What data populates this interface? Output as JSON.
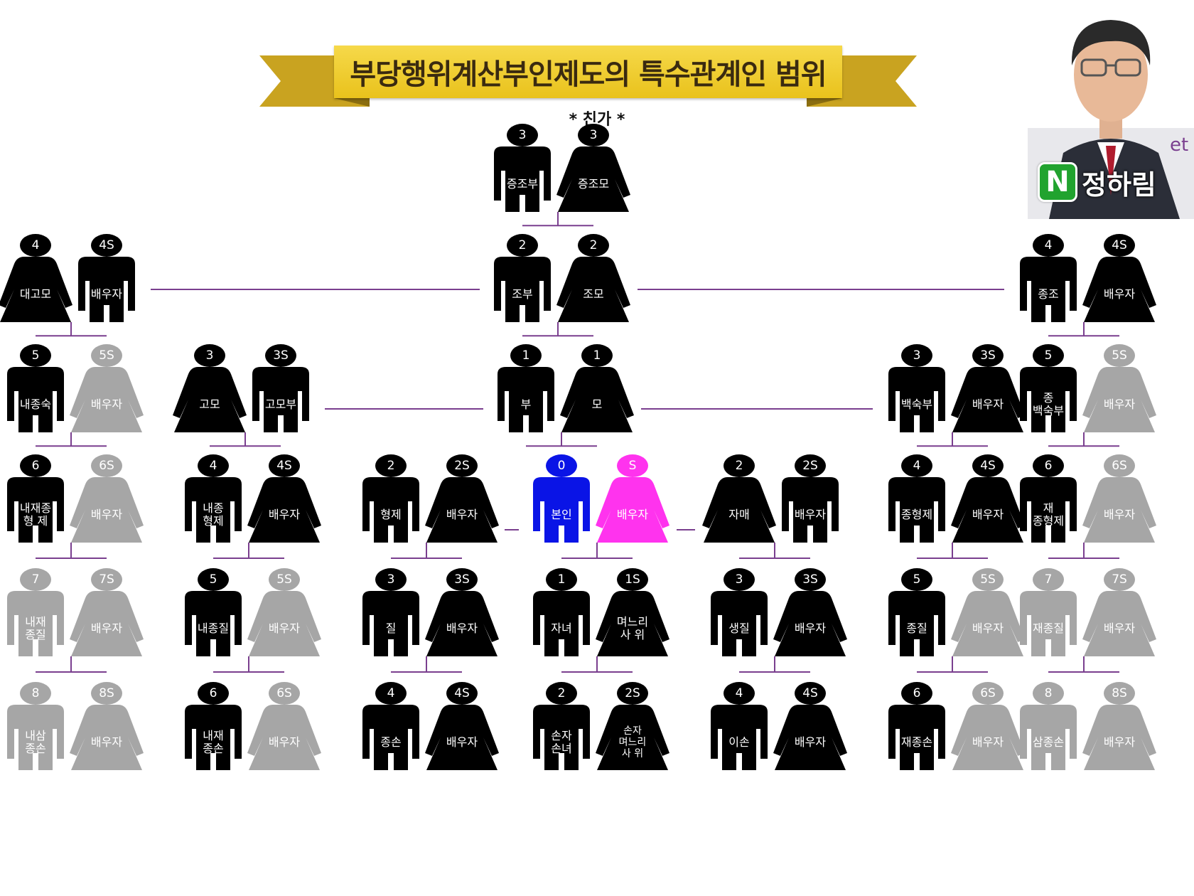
{
  "title": "부당행위계산부인제도의 특수관계인 범위",
  "subtitle": "* 친가 *",
  "brand": {
    "logo_letter": "N",
    "name": "정하림",
    "partial_text": "et"
  },
  "colors": {
    "black": "#000000",
    "gray": "#a6a6a6",
    "self": "#0a14e6",
    "spouse": "#ff33ee",
    "line": "#7a3f8f",
    "banner": "#f0cc2a",
    "ribbon": "#c9a320"
  },
  "couples": [
    {
      "id": "greatgrand",
      "left": {
        "g": "m",
        "badge": "3",
        "label": [
          "증조부"
        ]
      },
      "right": {
        "g": "f",
        "badge": "3",
        "label": [
          "증조모"
        ]
      }
    },
    {
      "id": "daegomo",
      "left": {
        "g": "f",
        "badge": "4",
        "label": [
          "대고모"
        ]
      },
      "right": {
        "g": "m",
        "badge": "4S",
        "label": [
          "배우자"
        ]
      }
    },
    {
      "id": "grand",
      "left": {
        "g": "m",
        "badge": "2",
        "label": [
          "조부"
        ]
      },
      "right": {
        "g": "f",
        "badge": "2",
        "label": [
          "조모"
        ]
      }
    },
    {
      "id": "jongjo",
      "left": {
        "g": "m",
        "badge": "4",
        "label": [
          "종조"
        ]
      },
      "right": {
        "g": "f",
        "badge": "4S",
        "label": [
          "배우자"
        ]
      }
    },
    {
      "id": "naejongsuk",
      "left": {
        "g": "m",
        "badge": "5",
        "label": [
          "내종숙"
        ]
      },
      "right": {
        "g": "f",
        "badge": "5S",
        "label": [
          "배우자"
        ],
        "gray": true
      }
    },
    {
      "id": "gomo",
      "left": {
        "g": "f",
        "badge": "3",
        "label": [
          "고모"
        ]
      },
      "right": {
        "g": "m",
        "badge": "3S",
        "label": [
          "고모부"
        ]
      }
    },
    {
      "id": "parents",
      "left": {
        "g": "m",
        "badge": "1",
        "label": [
          "부"
        ]
      },
      "right": {
        "g": "f",
        "badge": "1",
        "label": [
          "모"
        ]
      }
    },
    {
      "id": "baeksukbu",
      "left": {
        "g": "m",
        "badge": "3",
        "label": [
          "백숙부"
        ]
      },
      "right": {
        "g": "f",
        "badge": "3S",
        "label": [
          "배우자"
        ]
      }
    },
    {
      "id": "jongbaeksukbu",
      "left": {
        "g": "m",
        "badge": "5",
        "label": [
          "종",
          "백숙부"
        ]
      },
      "right": {
        "g": "f",
        "badge": "5S",
        "label": [
          "배우자"
        ],
        "gray": true
      }
    },
    {
      "id": "naejaejong",
      "left": {
        "g": "m",
        "badge": "6",
        "label": [
          "내재종",
          "형 제"
        ]
      },
      "right": {
        "g": "f",
        "badge": "6S",
        "label": [
          "배우자"
        ],
        "gray": true
      }
    },
    {
      "id": "naejonghyeongje",
      "left": {
        "g": "m",
        "badge": "4",
        "label": [
          "내종",
          "형제"
        ]
      },
      "right": {
        "g": "f",
        "badge": "4S",
        "label": [
          "배우자"
        ]
      }
    },
    {
      "id": "hyeongje",
      "left": {
        "g": "m",
        "badge": "2",
        "label": [
          "형제"
        ]
      },
      "right": {
        "g": "f",
        "badge": "2S",
        "label": [
          "배우자"
        ]
      }
    },
    {
      "id": "self",
      "left": {
        "g": "m",
        "badge": "0",
        "label": [
          "본인"
        ],
        "color": "self"
      },
      "right": {
        "g": "f",
        "badge": "S",
        "label": [
          "배우자"
        ],
        "color": "spouse"
      }
    },
    {
      "id": "jamae",
      "left": {
        "g": "f",
        "badge": "2",
        "label": [
          "자매"
        ]
      },
      "right": {
        "g": "m",
        "badge": "2S",
        "label": [
          "배우자"
        ]
      }
    },
    {
      "id": "jonghyeongje",
      "left": {
        "g": "m",
        "badge": "4",
        "label": [
          "종형제"
        ]
      },
      "right": {
        "g": "f",
        "badge": "4S",
        "label": [
          "배우자"
        ]
      }
    },
    {
      "id": "jaejonghyeongje",
      "left": {
        "g": "m",
        "badge": "6",
        "label": [
          "재",
          "종형제"
        ]
      },
      "right": {
        "g": "f",
        "badge": "6S",
        "label": [
          "배우자"
        ],
        "gray": true
      }
    },
    {
      "id": "naejaejongjil",
      "left": {
        "g": "m",
        "badge": "7",
        "label": [
          "내재",
          "종질"
        ],
        "gray": true
      },
      "right": {
        "g": "f",
        "badge": "7S",
        "label": [
          "배우자"
        ],
        "gray": true
      }
    },
    {
      "id": "naejongjil",
      "left": {
        "g": "m",
        "badge": "5",
        "label": [
          "내종질"
        ]
      },
      "right": {
        "g": "f",
        "badge": "5S",
        "label": [
          "배우자"
        ],
        "gray": true
      }
    },
    {
      "id": "jil",
      "left": {
        "g": "m",
        "badge": "3",
        "label": [
          "질"
        ]
      },
      "right": {
        "g": "f",
        "badge": "3S",
        "label": [
          "배우자"
        ]
      }
    },
    {
      "id": "janyeo",
      "left": {
        "g": "m",
        "badge": "1",
        "label": [
          "자녀"
        ]
      },
      "right": {
        "g": "f",
        "badge": "1S",
        "label": [
          "며느리",
          "사 위"
        ]
      }
    },
    {
      "id": "saengjil",
      "left": {
        "g": "m",
        "badge": "3",
        "label": [
          "생질"
        ]
      },
      "right": {
        "g": "f",
        "badge": "3S",
        "label": [
          "배우자"
        ]
      }
    },
    {
      "id": "jongjil",
      "left": {
        "g": "m",
        "badge": "5",
        "label": [
          "종질"
        ]
      },
      "right": {
        "g": "f",
        "badge": "5S",
        "label": [
          "배우자"
        ],
        "gray": true
      }
    },
    {
      "id": "jaejongjil",
      "left": {
        "g": "m",
        "badge": "7",
        "label": [
          "재종질"
        ],
        "gray": true
      },
      "right": {
        "g": "f",
        "badge": "7S",
        "label": [
          "배우자"
        ],
        "gray": true
      }
    },
    {
      "id": "naesamjongson",
      "left": {
        "g": "m",
        "badge": "8",
        "label": [
          "내삼",
          "종손"
        ],
        "gray": true
      },
      "right": {
        "g": "f",
        "badge": "8S",
        "label": [
          "배우자"
        ],
        "gray": true
      }
    },
    {
      "id": "naejaejongson",
      "left": {
        "g": "m",
        "badge": "6",
        "label": [
          "내재",
          "종손"
        ]
      },
      "right": {
        "g": "f",
        "badge": "6S",
        "label": [
          "배우자"
        ],
        "gray": true
      }
    },
    {
      "id": "jongson",
      "left": {
        "g": "m",
        "badge": "4",
        "label": [
          "종손"
        ]
      },
      "right": {
        "g": "f",
        "badge": "4S",
        "label": [
          "배우자"
        ]
      }
    },
    {
      "id": "sonja",
      "left": {
        "g": "m",
        "badge": "2",
        "label": [
          "손자",
          "손녀"
        ]
      },
      "right": {
        "g": "f",
        "badge": "2S",
        "label": [
          "손자",
          "며느리",
          "사 위"
        ]
      }
    },
    {
      "id": "ison",
      "left": {
        "g": "m",
        "badge": "4",
        "label": [
          "이손"
        ]
      },
      "right": {
        "g": "f",
        "badge": "4S",
        "label": [
          "배우자"
        ]
      }
    },
    {
      "id": "jaejongson",
      "left": {
        "g": "m",
        "badge": "6",
        "label": [
          "재종손"
        ]
      },
      "right": {
        "g": "f",
        "badge": "6S",
        "label": [
          "배우자"
        ],
        "gray": true
      }
    },
    {
      "id": "samjongson",
      "left": {
        "g": "m",
        "badge": "8",
        "label": [
          "삼종손"
        ],
        "gray": true
      },
      "right": {
        "g": "f",
        "badge": "8S",
        "label": [
          "배우자"
        ],
        "gray": true
      }
    }
  ]
}
